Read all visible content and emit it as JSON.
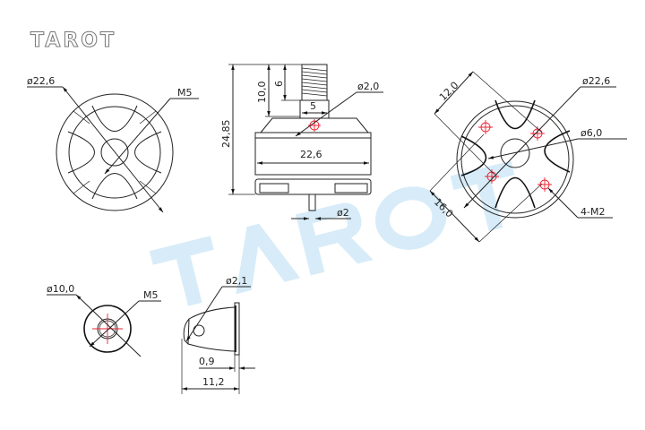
{
  "logo": "TAROT",
  "watermark": "TAROT",
  "top_view": {
    "diameter": "ø22,6",
    "thread": "M5"
  },
  "side_view": {
    "total_height": "24,85",
    "shaft_length": "10,0",
    "thread_length": "6",
    "shaft_width": "5",
    "hole": "ø2,0",
    "body_width": "22,6",
    "bottom_shaft": "ø2"
  },
  "bottom_view": {
    "spacing_a": "12,0",
    "diameter": "ø22,6",
    "center_hole": "ø6,0",
    "spacing_b": "16,0",
    "mount_holes": "4-M2"
  },
  "nut_front": {
    "diameter": "ø10,0",
    "thread": "M5"
  },
  "nut_side": {
    "hole": "ø2,1",
    "flange": "0,9",
    "length": "11,2"
  },
  "colors": {
    "line": "#222222",
    "center_mark": "#ee2233",
    "watermark": "#d7ecf8"
  }
}
